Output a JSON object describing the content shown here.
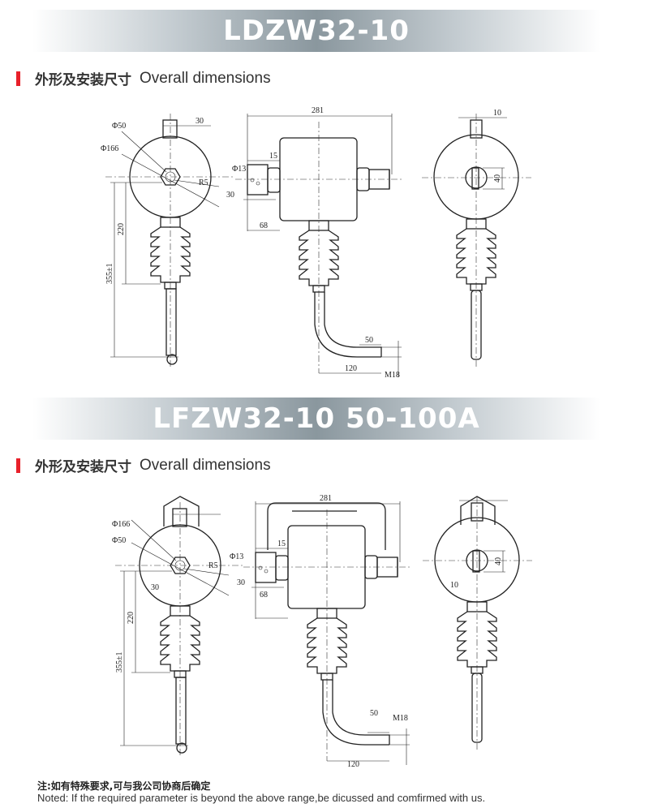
{
  "sections": [
    {
      "title": "LDZW32-10",
      "heading_cn": "外形及安装尺寸",
      "heading_en": "Overall dimensions",
      "dims": {
        "phi50": "Φ50",
        "phi166": "Φ166",
        "d30a": "30",
        "r5": "R5",
        "h220": "220",
        "h355": "355±1",
        "d281": "281",
        "d15": "15",
        "phi13": "Φ13",
        "d30b": "30",
        "d68": "68",
        "d50": "50",
        "d120": "120",
        "m18": "M18",
        "d10": "10",
        "d40": "40"
      }
    },
    {
      "title": "LFZW32-10 50-100A",
      "heading_cn": "外形及安装尺寸",
      "heading_en": "Overall dimensions",
      "dims": {
        "phi50": "Φ50",
        "phi166": "Φ166",
        "d30a": "30",
        "r5": "R5",
        "h220": "220",
        "h355": "355±1",
        "d281": "281",
        "d15": "15",
        "phi13": "Φ13",
        "d30b": "30",
        "d68": "68",
        "d50": "50",
        "d120": "120",
        "m18": "M18",
        "d10": "10",
        "d40": "40"
      }
    }
  ],
  "note": {
    "cn": "注:如有特殊要求,可与我公司协商后确定",
    "en": "Noted: If the required parameter is beyond the above range,be dicussed and comfirmed with us."
  },
  "colors": {
    "accent": "#e8202a",
    "banner": "#8a979e"
  }
}
